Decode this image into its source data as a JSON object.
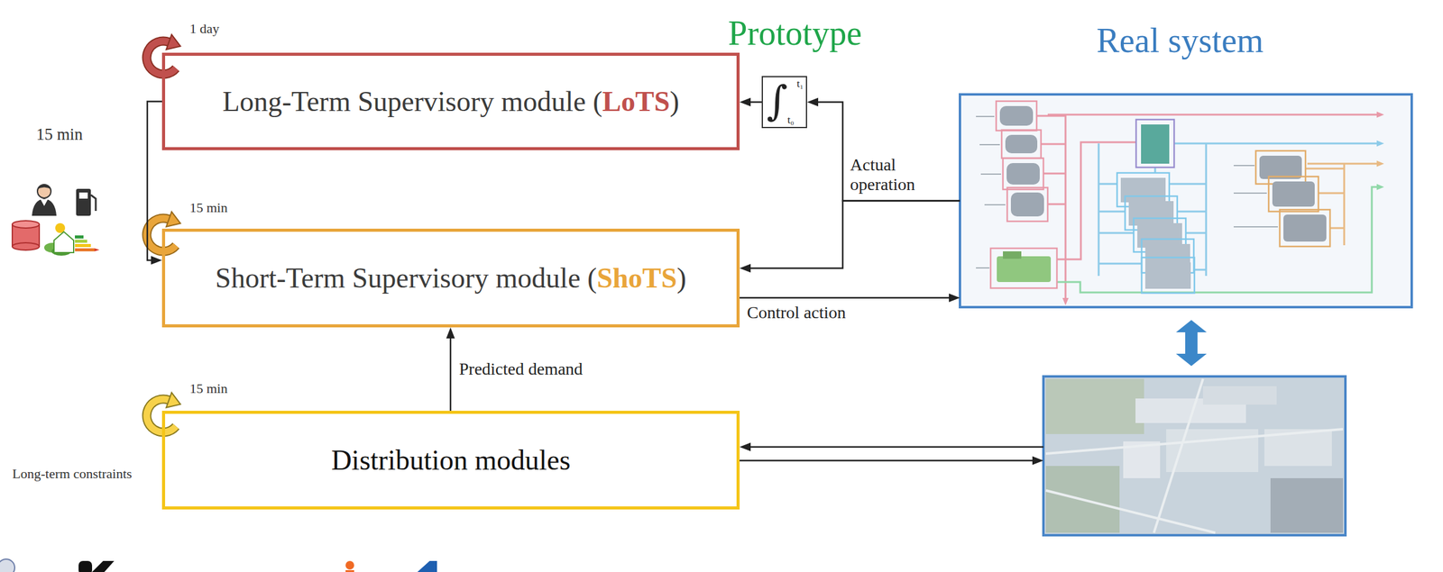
{
  "diagram": {
    "nodes": [
      {
        "text": [
          "Prototype"
        ]
      },
      {
        "text": [
          "Long-Term Supervisory module (LoTS)"
        ],
        "in": 0
      },
      {
        "text": [
          "∫",
          "t₁",
          "t₀"
        ],
        "in": 0
      },
      {
        "text": [
          "Short-Term Supervisory module (ShoTS)"
        ],
        "in": 0
      },
      {
        "text": [
          "Real system"
        ]
      },
      {
        "text": [
          "Distribution modules"
        ]
      }
    ],
    "edges": [
      {
        "from": 1,
        "to": 3,
        "arrow": "to"
      },
      {
        "from": 2,
        "to": 1,
        "arrow": "to"
      },
      {
        "from": 4,
        "to": 2,
        "arrow": "to"
      },
      {
        "from": 4,
        "to": 3,
        "arrow": "to",
        "label": "Actual operation"
      },
      {
        "from": 3,
        "to": 4,
        "arrow": "to",
        "label": "Control action"
      },
      {
        "from": 5,
        "to": 3,
        "arrow": "to",
        "label": "Predicted demand"
      },
      {
        "from": 4,
        "to": 5,
        "arrow": "to"
      },
      {
        "from": 5,
        "to": 4,
        "arrow": "to"
      }
    ],
    "labels": [
      "1 day",
      "15 min",
      "15 min",
      "15 min",
      "Long-term constraints"
    ]
  }
}
